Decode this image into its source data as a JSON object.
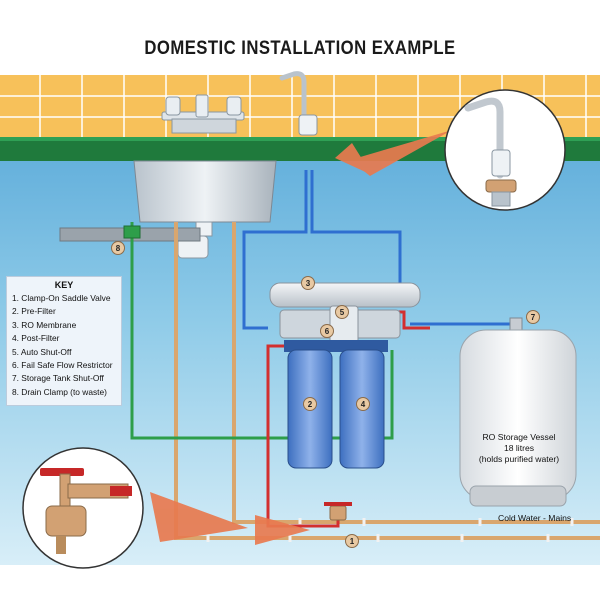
{
  "title": "DOMESTIC INSTALLATION EXAMPLE",
  "key": {
    "heading": "KEY",
    "items": [
      "1. Clamp-On Saddle Valve",
      "2. Pre-Filter",
      "3. RO Membrane",
      "4. Post-Filter",
      "5. Auto Shut-Off",
      "6. Fail Safe Flow Restrictor",
      "7. Storage Tank Shut-Off",
      "8. Drain Clamp (to waste)"
    ]
  },
  "callouts": [
    "1",
    "2",
    "3",
    "4",
    "5",
    "6",
    "7",
    "8"
  ],
  "vessel": {
    "line1": "RO Storage Vessel",
    "line2": "18 litres",
    "line3": "(holds purified water)"
  },
  "mains_label": "Cold Water - Mains",
  "colors": {
    "tiles": "#f7c15a",
    "counter": "#1f7a3c",
    "water_background": "#6fb7de",
    "cold_feed_line": "#d32f2f",
    "purified_line": "#2f6fd0",
    "waste_line": "#2e9e4a",
    "copper_pipe": "#d9a66e",
    "arrow": "#e87a4f"
  }
}
